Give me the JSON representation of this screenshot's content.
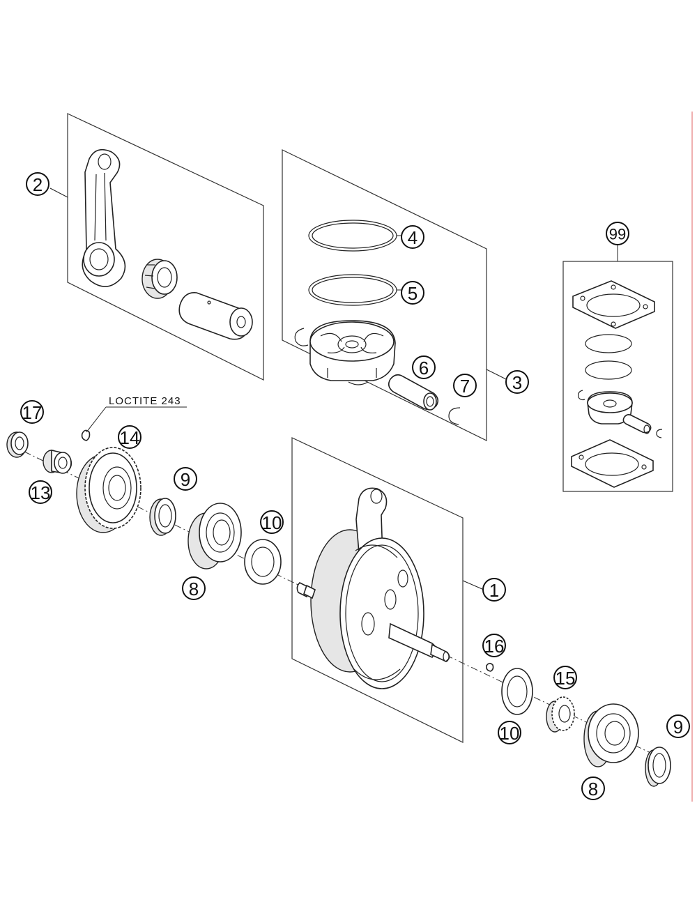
{
  "callouts": {
    "c1": "1",
    "c2": "2",
    "c3": "3",
    "c4": "4",
    "c5": "5",
    "c6": "6",
    "c7": "7",
    "c8a": "8",
    "c8b": "8",
    "c9a": "9",
    "c9b": "9",
    "c10a": "10",
    "c10b": "10",
    "c13": "13",
    "c14": "14",
    "c15": "15",
    "c16": "16",
    "c17": "17",
    "c99": "99"
  },
  "notes": {
    "loctite": "LOCTITE 243"
  },
  "colors": {
    "line": "#222222",
    "background": "#ffffff",
    "right_edge": "#e06060"
  }
}
